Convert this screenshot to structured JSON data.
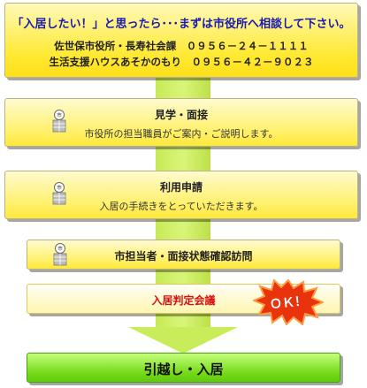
{
  "intro": {
    "headline": "「入居したい！」と思ったら･･･まずは市役所へ相談して下さい。",
    "contact_1": "佐世保市役所・長寿社会課　０９５６－２４－１１１１",
    "contact_2": "生活支援ハウスあそかのもり　０９５６－４２－９０２３"
  },
  "steps": [
    {
      "title": "見学・面接",
      "description": "市役所の担当職員がご案内・ご説明します。",
      "icon": "city-hall-icon",
      "icon_label": "市"
    },
    {
      "title": "利用申請",
      "description": "入居の手続きをとっていただきます。",
      "icon": "city-hall-icon",
      "icon_label": "市"
    },
    {
      "title": "市担当者・面接状態確認訪問",
      "icon": "city-hall-icon",
      "icon_label": "市"
    },
    {
      "title": "入居判定会議",
      "badge": "ＯＫ！",
      "color": "#d81010"
    }
  ],
  "final": {
    "title": "引越し・入居"
  },
  "colors": {
    "accent_blue": "#1a1ab0",
    "arrow_green": "#c9ec5a",
    "final_green": "#74d918",
    "ok_red": "#e8330d"
  }
}
